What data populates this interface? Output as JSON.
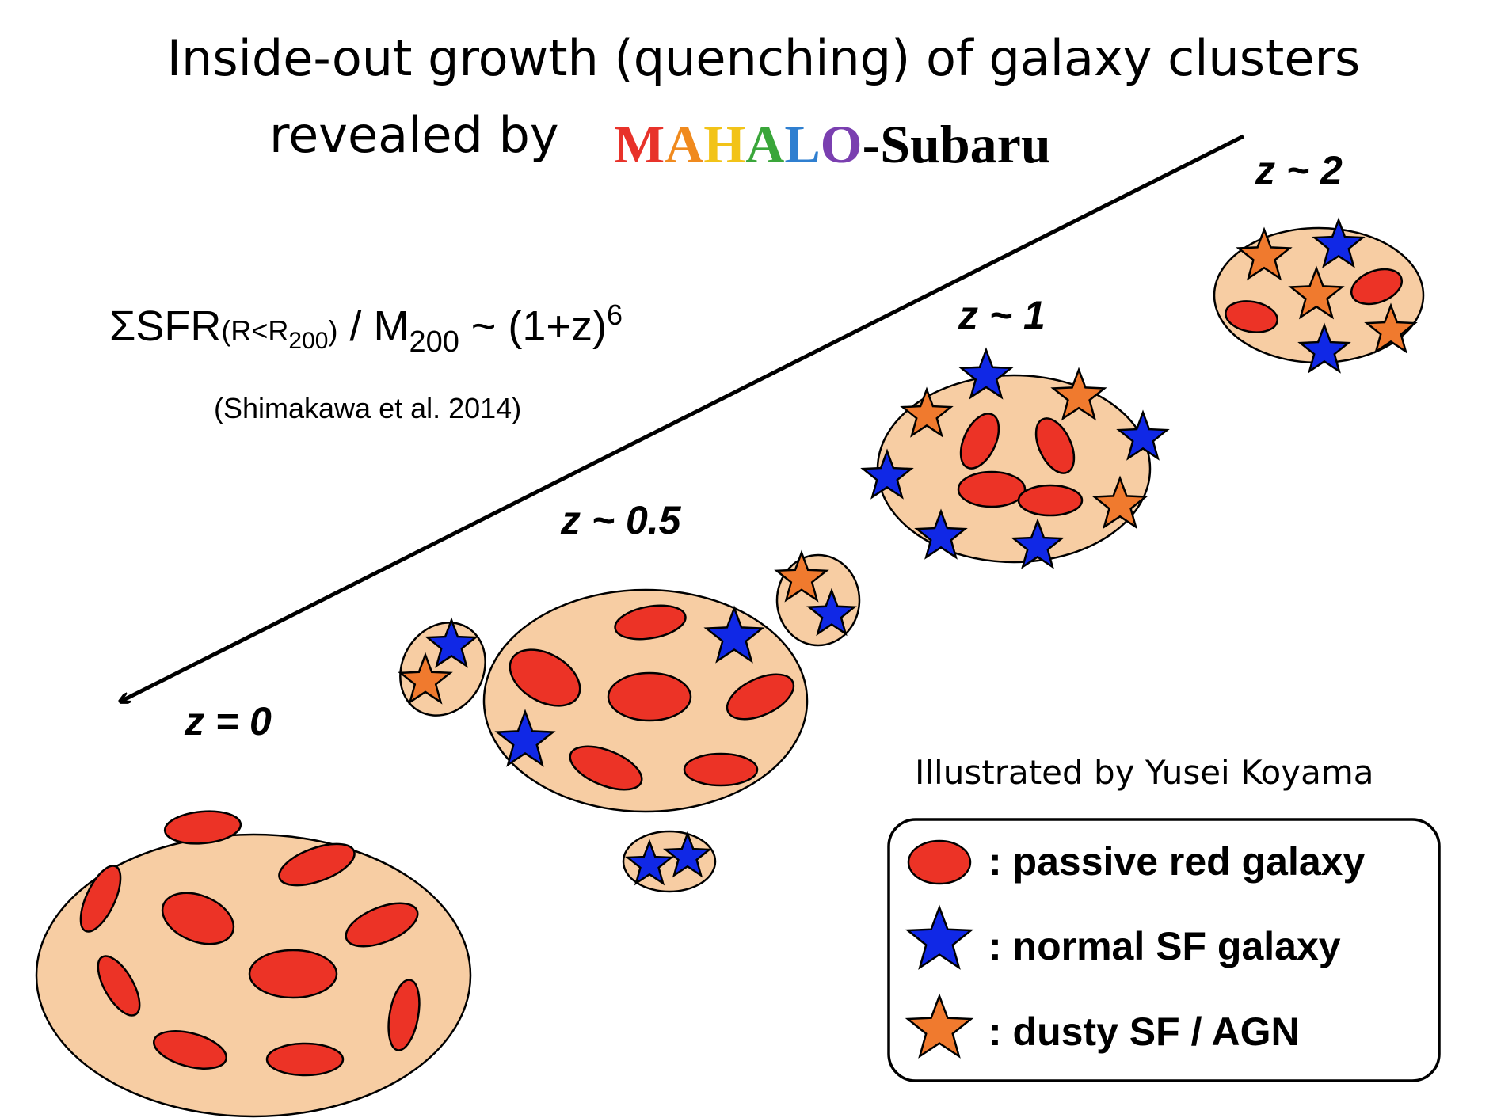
{
  "title": {
    "line1": "Inside-out growth (quenching) of galaxy clusters",
    "line2_prefix": "revealed by",
    "mahalo_letters": [
      {
        "char": "M",
        "color": "#e8322a"
      },
      {
        "char": "A",
        "color": "#f08a1e"
      },
      {
        "char": "H",
        "color": "#f2c318"
      },
      {
        "char": "A",
        "color": "#3aa63a"
      },
      {
        "char": "L",
        "color": "#2f7fd0"
      },
      {
        "char": "O",
        "color": "#7a3fb0"
      }
    ],
    "subaru": "-Subaru"
  },
  "formula": {
    "sigma": "ΣSFR",
    "paren_open": "(R<R",
    "r_sub": "200",
    "paren_close": ")",
    "slash_m": " / M",
    "m_sub": "200",
    "tail": " ~ (1+z)",
    "exponent": "6",
    "citation": "(Shimakawa et al. 2014)"
  },
  "redshift_labels": {
    "z2": "z ~ 2",
    "z1": "z ~ 1",
    "z05": "z ~ 0.5",
    "z0": "z = 0"
  },
  "credit": "Illustrated by Yusei Koyama",
  "legend": {
    "passive": ": passive red galaxy",
    "normal": ": normal SF galaxy",
    "dusty": ": dusty SF / AGN"
  },
  "colors": {
    "cluster_fill": "#f7cda3",
    "passive_red": "#ec3326",
    "normal_sf_blue": "#1028e6",
    "dusty_sf_orange": "#f07a2e",
    "outline": "#000000"
  },
  "icons": {
    "passive": "red-ellipse-icon",
    "normal": "blue-star-icon",
    "dusty": "orange-star-icon"
  }
}
